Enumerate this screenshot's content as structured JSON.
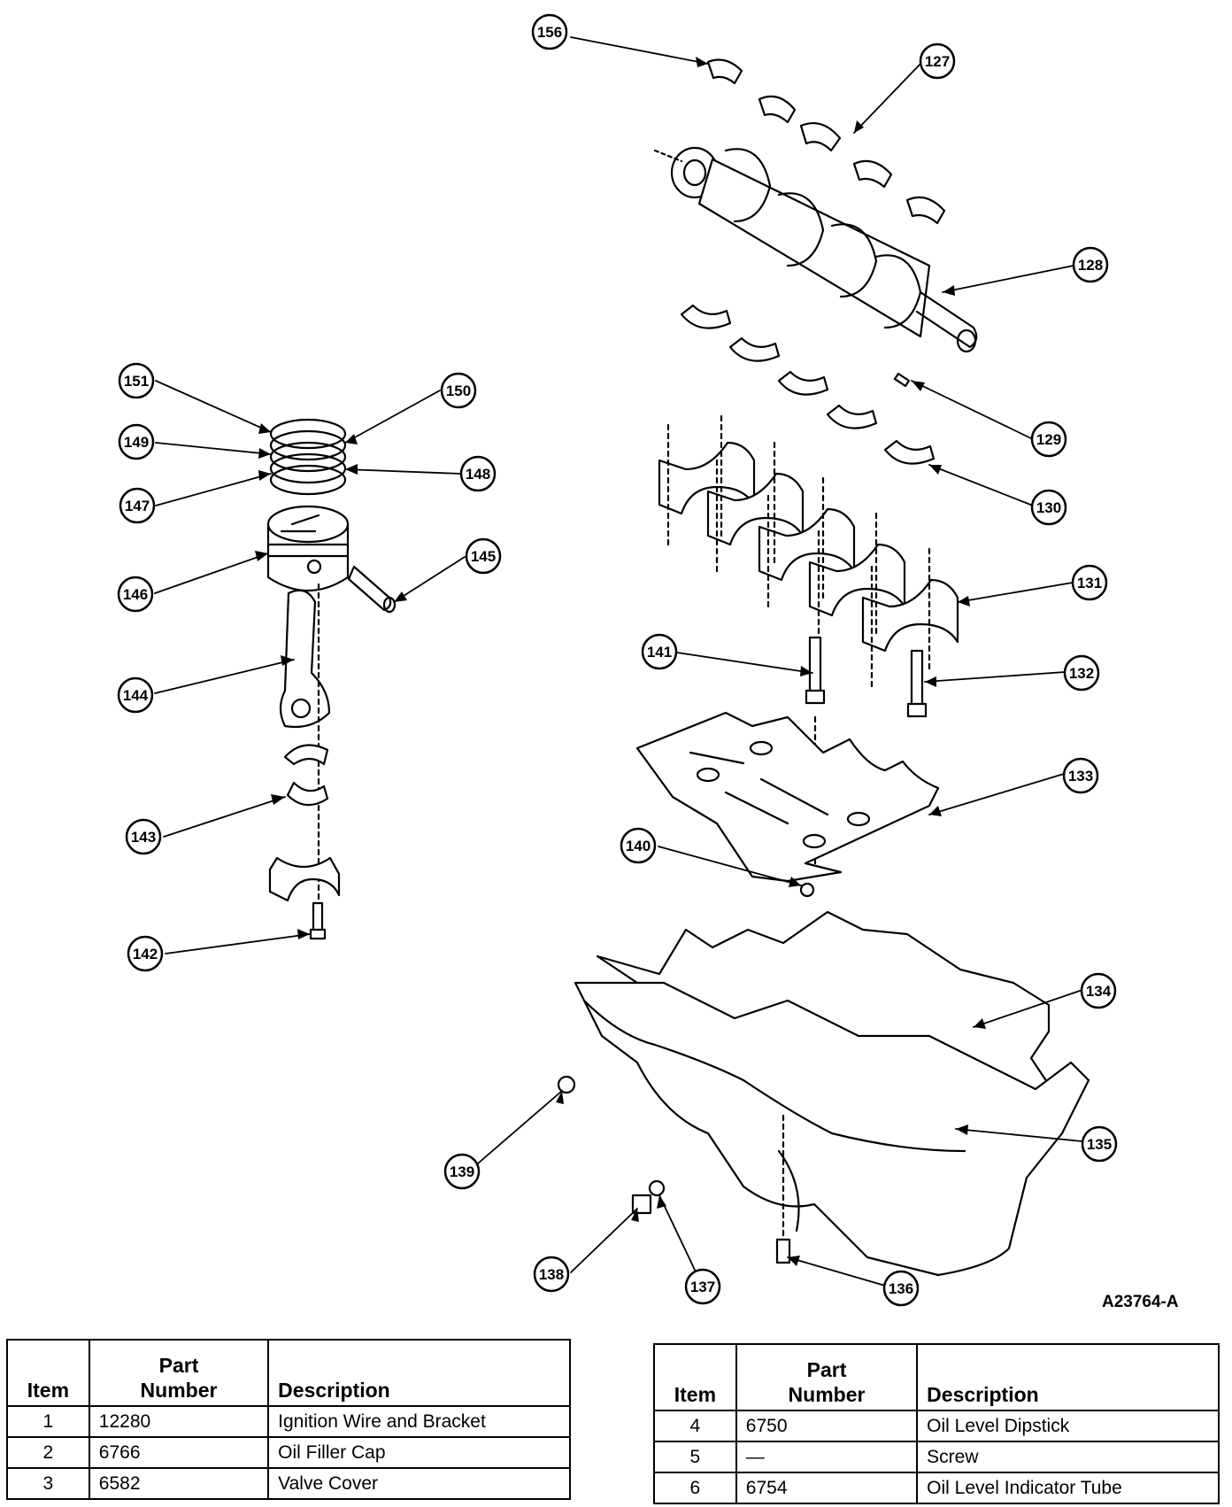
{
  "figure_id": "A23764-A",
  "callouts": [
    "156",
    "127",
    "128",
    "129",
    "130",
    "131",
    "132",
    "133",
    "134",
    "135",
    "136",
    "137",
    "138",
    "139",
    "140",
    "141",
    "142",
    "143",
    "144",
    "145",
    "146",
    "147",
    "148",
    "149",
    "150",
    "151"
  ],
  "tables": [
    {
      "headers": {
        "item": "Item",
        "part_line1": "Part",
        "part_line2": "Number",
        "description": "Description"
      },
      "rows": [
        {
          "item": "1",
          "part": "12280",
          "description": "Ignition Wire and Bracket"
        },
        {
          "item": "2",
          "part": "6766",
          "description": "Oil Filler Cap"
        },
        {
          "item": "3",
          "part": "6582",
          "description": "Valve Cover"
        }
      ]
    },
    {
      "headers": {
        "item": "Item",
        "part_line1": "Part",
        "part_line2": "Number",
        "description": "Description"
      },
      "rows": [
        {
          "item": "4",
          "part": "6750",
          "description": "Oil Level Dipstick"
        },
        {
          "item": "5",
          "part": "—",
          "description": "Screw"
        },
        {
          "item": "6",
          "part": "6754",
          "description": "Oil Level Indicator Tube"
        }
      ]
    }
  ]
}
